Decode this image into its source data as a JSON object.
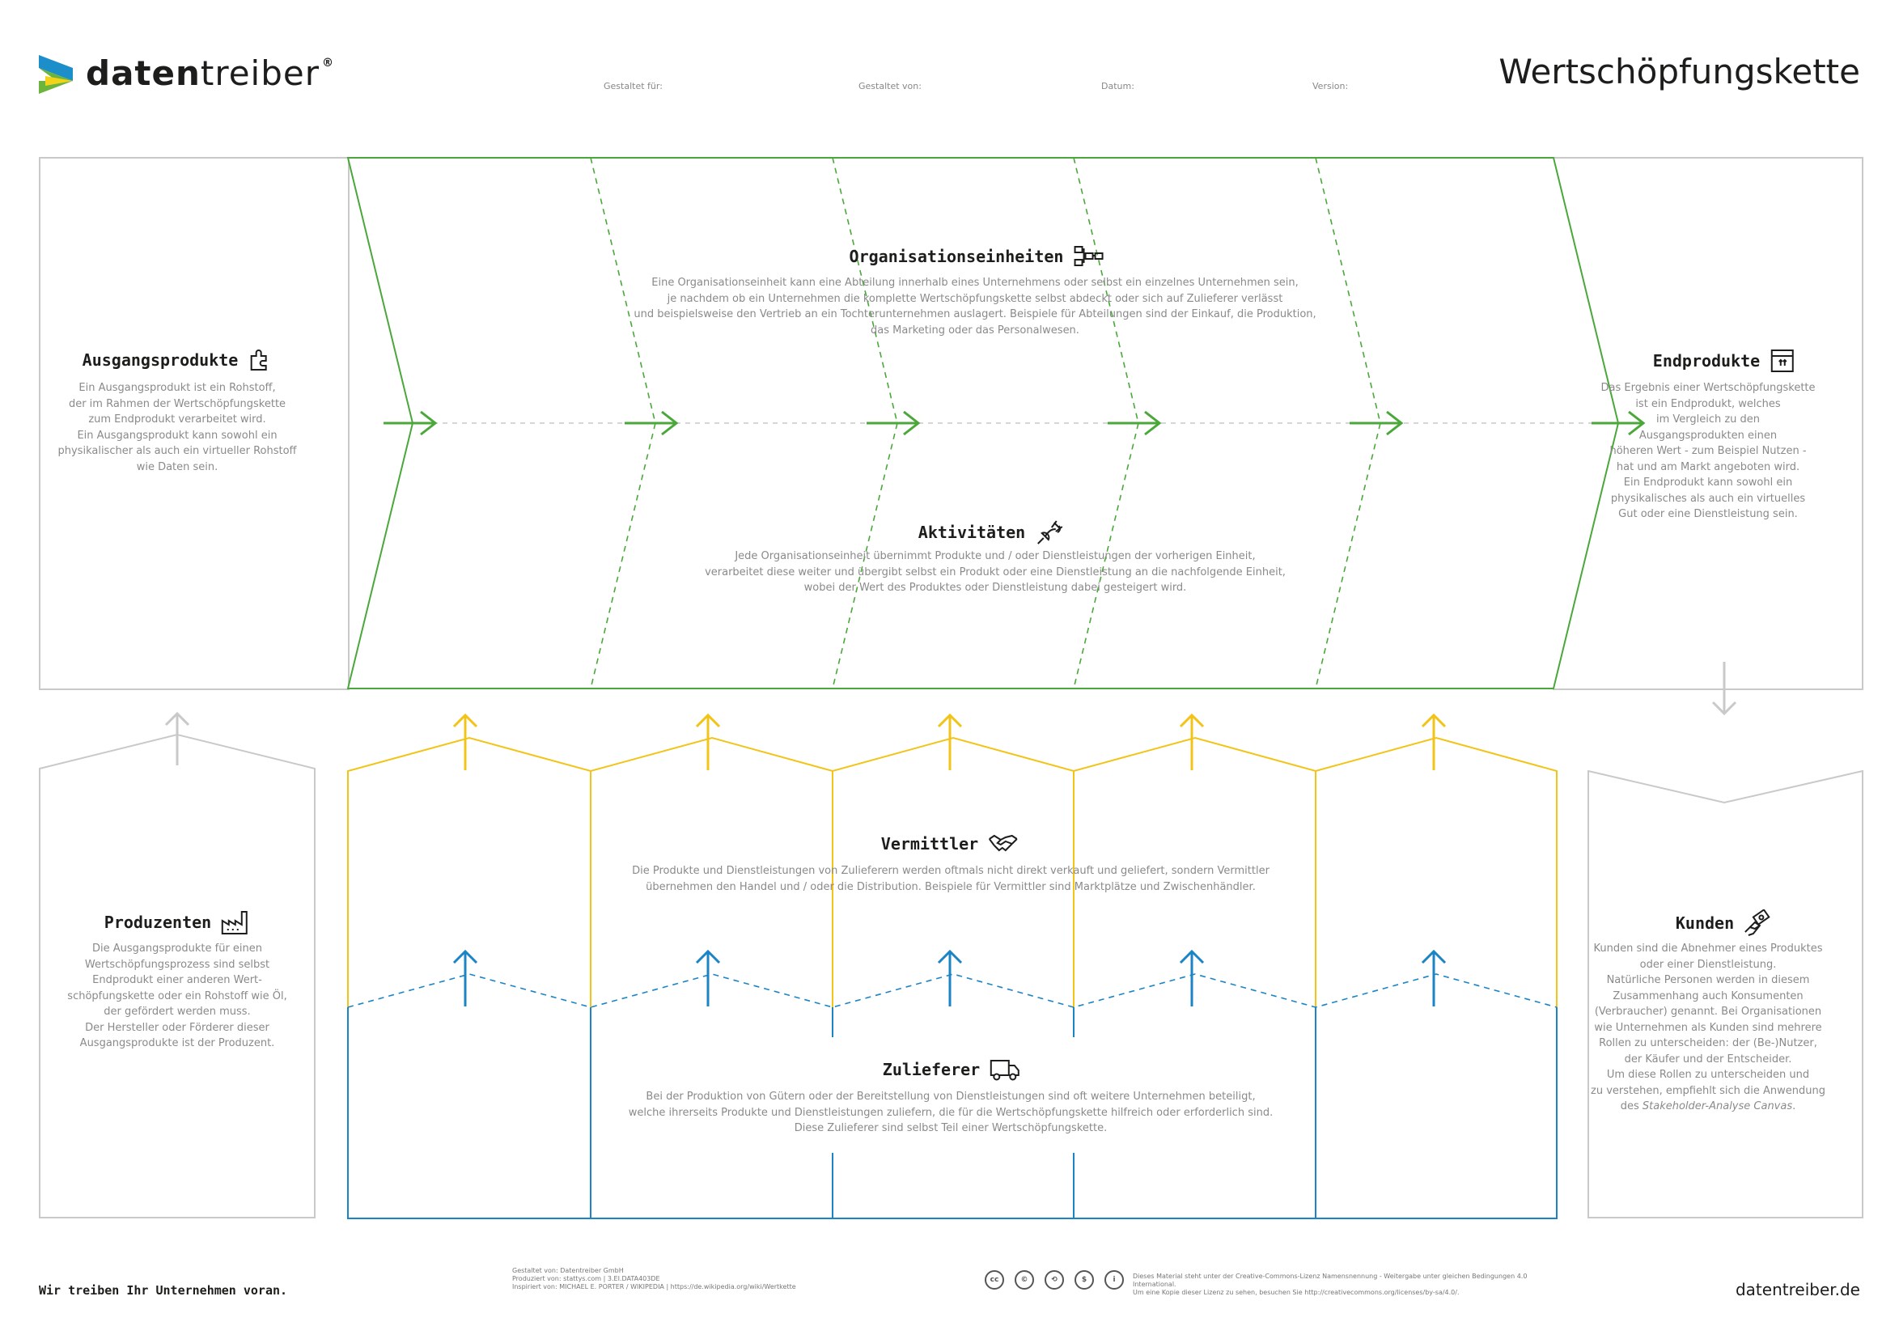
{
  "brand": {
    "name_bold": "daten",
    "name_light": "treiber",
    "registered": "®",
    "colors": {
      "blue": "#1c8ec9",
      "green": "#6bb53d",
      "yellow": "#f3d21a"
    }
  },
  "header": {
    "title": "Wertschöpfungskette",
    "fields": {
      "designed_for": "Gestaltet für:",
      "designed_by": "Gestaltet von:",
      "date": "Datum:",
      "version": "Version:"
    }
  },
  "colors": {
    "value_chain": "#4aa83a",
    "intermediaries": "#f2c417",
    "suppliers": "#1b84c6",
    "neutral": "#c9c9c9",
    "text": "#8a8a8a"
  },
  "sections": {
    "source_products": {
      "title": "Ausgangsprodukte",
      "icon": "puzzle-icon",
      "lines": [
        "Ein Ausgangsprodukt ist ein Rohstoff,",
        "der im Rahmen der Wertschöpfungskette",
        "zum Endprodukt verarbeitet wird.",
        "Ein Ausgangsprodukt kann sowohl ein",
        "physikalischer als auch ein virtueller Rohstoff",
        "wie Daten sein."
      ]
    },
    "org_units": {
      "title": "Organisationseinheiten",
      "icon": "org-chart-icon",
      "lines": [
        "Eine Organisationseinheit kann eine Abteilung innerhalb eines Unternehmens oder selbst ein einzelnes Unternehmen sein,",
        "je nachdem ob ein Unternehmen die komplette Wertschöpfungskette selbst abdeckt oder sich auf Zulieferer verlässt",
        "und beispielsweise den Vertrieb an ein Tochterunternehmen auslagert. Beispiele für Abteilungen sind der Einkauf, die Produktion,",
        "das Marketing oder das Personalwesen."
      ]
    },
    "activities": {
      "title": "Aktivitäten",
      "icon": "plug-icon",
      "lines": [
        "Jede Organisationseinheit übernimmt Produkte und / oder Dienstleistungen der vorherigen Einheit,",
        "verarbeitet diese weiter und übergibt selbst ein Produkt oder eine Dienstleistung an die nachfolgende Einheit,",
        "wobei der Wert des Produktes oder Dienstleistung dabei gesteigert wird."
      ]
    },
    "end_products": {
      "title": "Endprodukte",
      "icon": "box-icon",
      "lines": [
        "Das Ergebnis einer Wertschöpfungskette",
        "ist ein Endprodukt, welches",
        "im Vergleich zu den",
        "Ausgangsprodukten einen",
        "höheren Wert - zum Beispiel Nutzen -",
        "hat und am Markt angeboten wird.",
        "Ein Endprodukt kann sowohl ein",
        "physikalisches als auch ein virtuelles",
        "Gut oder eine Dienstleistung sein."
      ]
    },
    "producers": {
      "title": "Produzenten",
      "icon": "factory-icon",
      "lines": [
        "Die Ausgangsprodukte für einen",
        "Wertschöpfungsprozess sind selbst",
        "Endprodukt einer anderen Wert-",
        "schöpfungskette oder ein Rohstoff wie Öl,",
        "der gefördert werden muss.",
        "Der Hersteller oder Förderer dieser",
        "Ausgangsprodukte ist der Produzent."
      ]
    },
    "intermediaries": {
      "title": "Vermittler",
      "icon": "handshake-icon",
      "lines": [
        "Die Produkte und Dienstleistungen von Zulieferern werden oftmals nicht direkt verkauft und geliefert, sondern Vermittler",
        "übernehmen den Handel und / oder die Distribution. Beispiele für Vermittler sind Marktplätze und Zwischenhändler."
      ]
    },
    "suppliers": {
      "title": "Zulieferer",
      "icon": "truck-icon",
      "lines": [
        "Bei der Produktion von Gütern oder der Bereitstellung von Dienstleistungen sind oft weitere Unternehmen beteiligt,",
        "welche ihrerseits Produkte und Dienstleistungen zuliefern, die für die Wertschöpfungskette hilfreich oder erforderlich sind.",
        "Diese Zulieferer sind selbst Teil einer Wertschöpfungskette."
      ]
    },
    "customers": {
      "title": "Kunden",
      "icon": "money-hand-icon",
      "lines": [
        "Kunden sind die Abnehmer eines Produktes",
        "oder einer Dienstleistung.",
        "Natürliche Personen werden in diesem",
        "Zusammenhang auch Konsumenten",
        "(Verbraucher) genannt. Bei Organisationen",
        "wie Unternehmen als Kunden sind mehrere",
        "Rollen zu unterscheiden: der (Be-)Nutzer,",
        "der Käufer und der Entscheider.",
        "Um diese Rollen zu unterscheiden und",
        "zu verstehen, empfiehlt sich die Anwendung"
      ],
      "last_prefix": "des ",
      "last_em": "Stakeholder-Analyse Canvas",
      "last_suffix": "."
    }
  },
  "footer": {
    "slogan": "Wir treiben Ihr Unternehmen voran.",
    "credits": [
      "Gestaltet von: Datentreiber GmbH",
      "Produziert von: stattys.com | 3.EI.DATA403DE",
      "Inspiriert von: MICHAEL E. PORTER / WIKIPEDIA | https://de.wikipedia.org/wiki/Wertkette"
    ],
    "license": [
      "Dieses Material steht unter der Creative-Commons-Lizenz Namensnennung - Weitergabe unter gleichen Bedingungen 4.0 International.",
      "Um eine Kopie dieser Lizenz zu sehen, besuchen Sie http://creativecommons.org/licenses/by-sa/4.0/."
    ],
    "cc_icons": [
      "cc",
      "©",
      "⟲",
      "$",
      "i"
    ],
    "website": "datentreiber.de"
  }
}
